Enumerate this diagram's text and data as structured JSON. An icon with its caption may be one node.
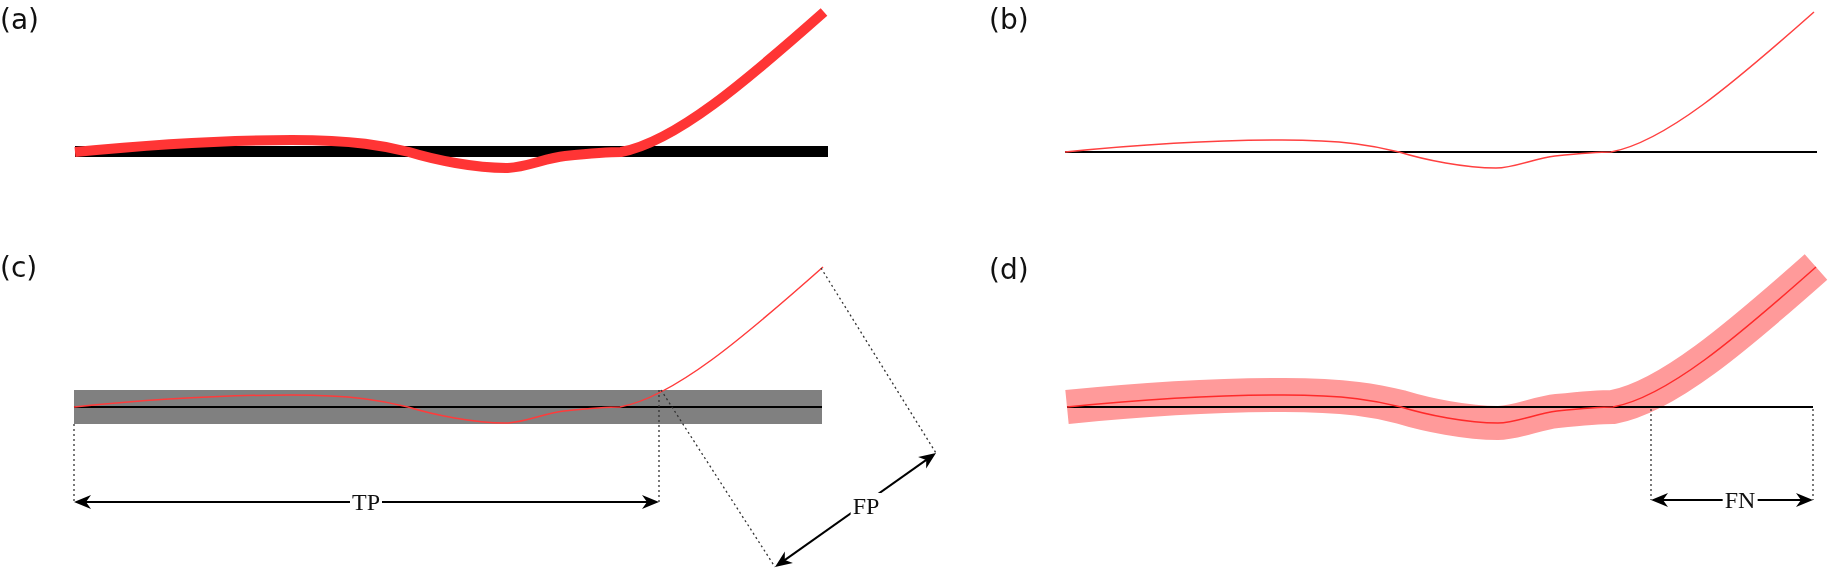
{
  "diagram": {
    "labels": [
      "(a)",
      "(b)",
      "(c)",
      "(d)",
      "TP",
      "FP",
      "FN"
    ]
  }
}
